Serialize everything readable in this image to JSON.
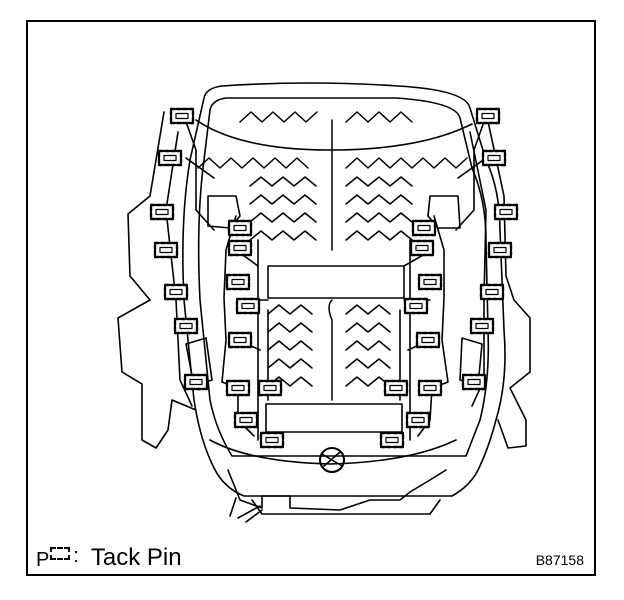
{
  "legend": {
    "prefix": "P",
    "colon": ":",
    "label": "Tack Pin",
    "icon": "tack-pin-icon"
  },
  "figure_code": "B87158",
  "colors": {
    "ink": "#000000",
    "paper": "#ffffff"
  }
}
